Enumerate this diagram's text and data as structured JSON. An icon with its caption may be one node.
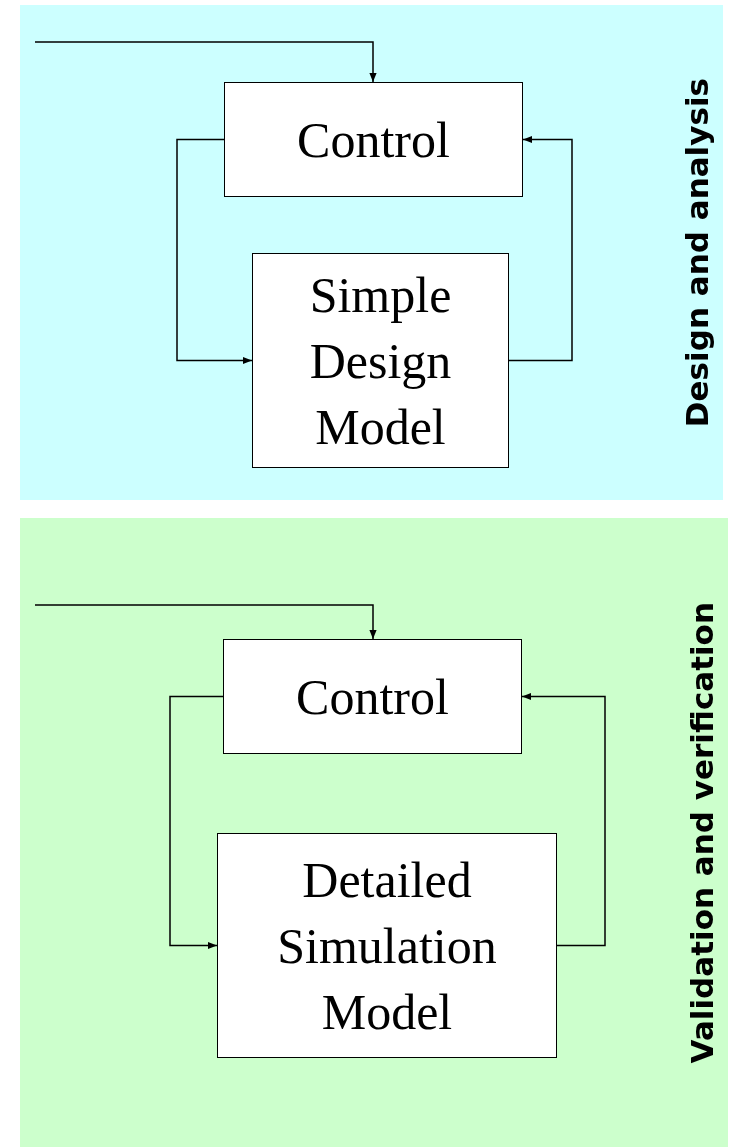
{
  "diagram": {
    "nodes": [
      {
        "text": [
          "Design and analysis"
        ]
      },
      {
        "text": [
          "Control"
        ],
        "in": 0
      },
      {
        "text": [
          "Simple Design Model"
        ],
        "in": 0
      },
      {
        "text": [
          "Validation and verification"
        ]
      },
      {
        "text": [
          "Control"
        ],
        "in": 3
      },
      {
        "text": [
          "Detailed Simulation Model"
        ],
        "in": 3
      }
    ],
    "edges": [
      {
        "from": null,
        "to": 1,
        "arrow": "to"
      },
      {
        "from": 1,
        "to": 2,
        "arrow": "to"
      },
      {
        "from": 2,
        "to": 1,
        "arrow": "to"
      },
      {
        "from": null,
        "to": 4,
        "arrow": "to"
      },
      {
        "from": 4,
        "to": 5,
        "arrow": "to"
      },
      {
        "from": 5,
        "to": 4,
        "arrow": "to"
      }
    ]
  }
}
